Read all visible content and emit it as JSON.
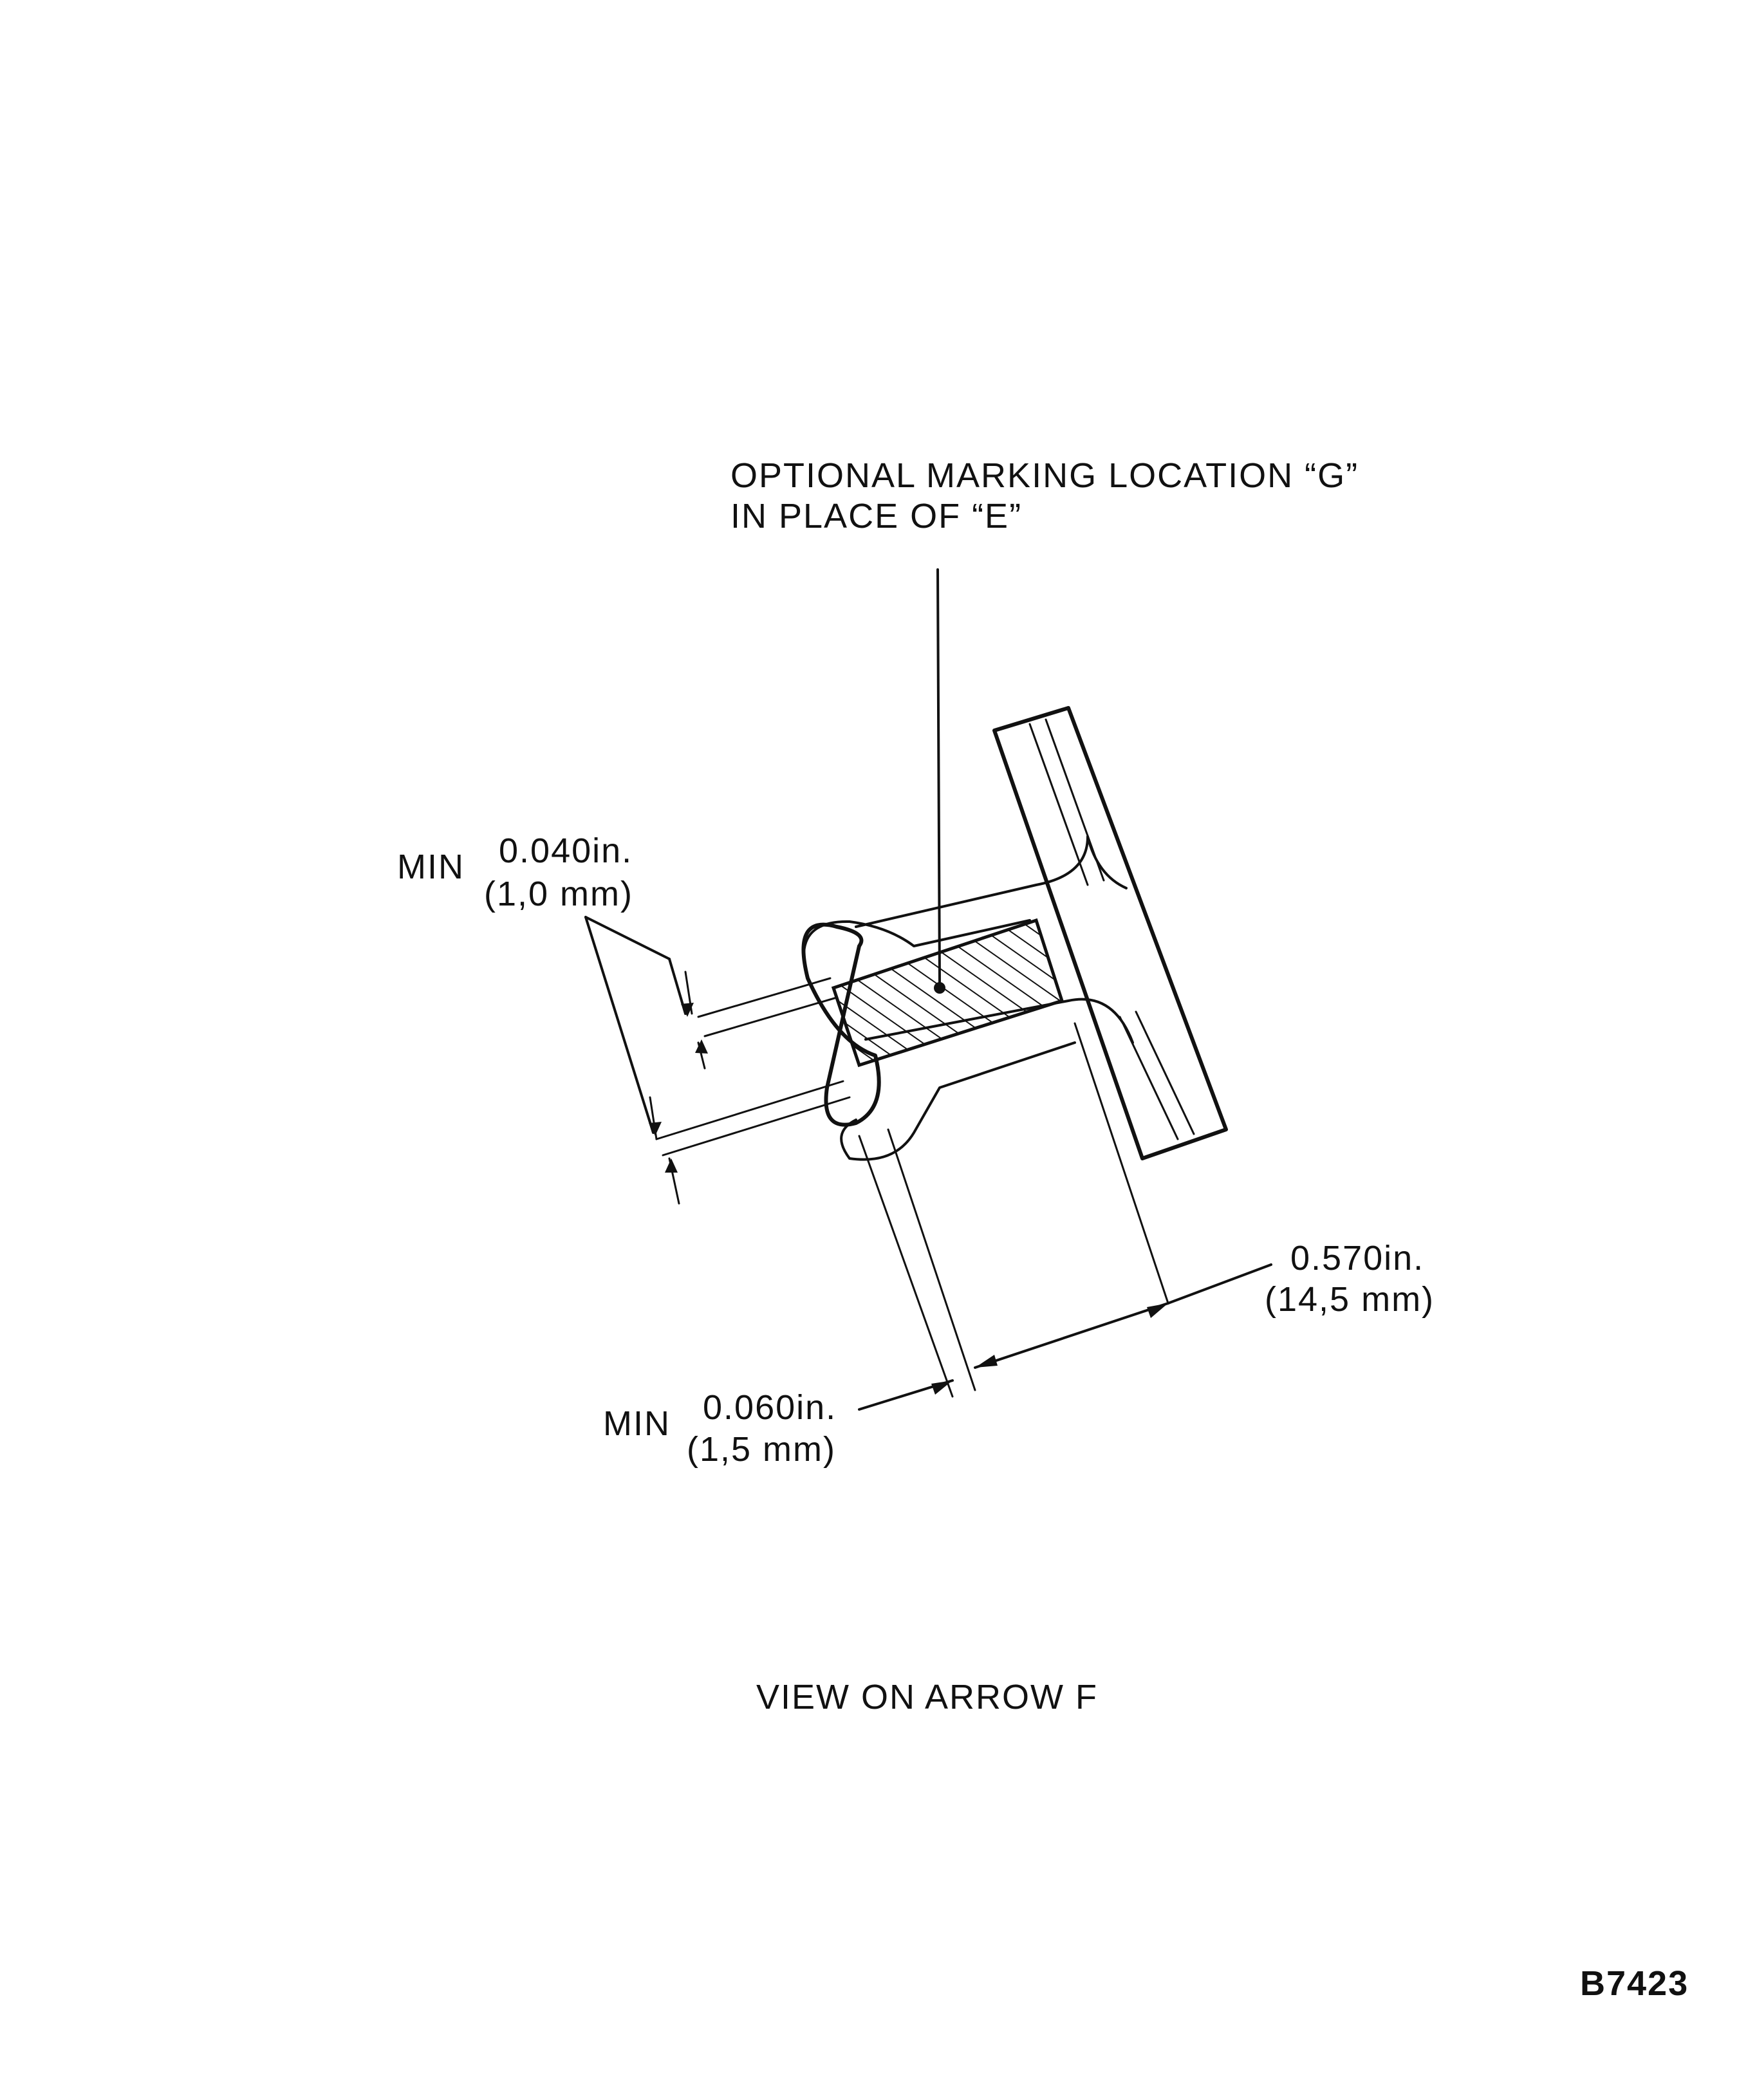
{
  "callout": {
    "line1": "OPTIONAL MARKING LOCATION “G”",
    "line2": "IN PLACE OF “E”"
  },
  "dim_top": {
    "prefix": "MIN",
    "inch": "0.040in.",
    "mm": "(1,0 mm)"
  },
  "dim_right": {
    "inch": "0.570in.",
    "mm": "(14,5 mm)"
  },
  "dim_bottom": {
    "prefix": "MIN",
    "inch": "0.060in.",
    "mm": "(1,5 mm)"
  },
  "caption": "VIEW ON ARROW F",
  "figure_id": "B7423"
}
